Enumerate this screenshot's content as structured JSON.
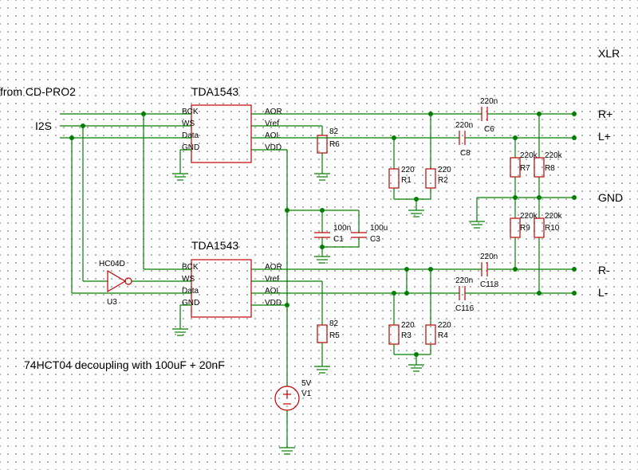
{
  "texts": {
    "source": "from CD-PRO2",
    "i2s": "I2S",
    "xlr": "XLR",
    "chip1": "TDA1543",
    "chip2": "TDA1543",
    "pin_bck": "BCK",
    "pin_ws": "WS",
    "pin_data": "Data",
    "pin_gnd": "GND",
    "pin_aor": "AOR",
    "pin_vref": "Vref",
    "pin_aol": "AOL",
    "pin_vdd": "VDD",
    "inverter_type": "HC04D",
    "inverter_ref": "U3",
    "note": "74HCT04 decoupling with 100uF + 20nF",
    "out_rplus": "R+",
    "out_lplus": "L+",
    "out_gnd": "GND",
    "out_rminus": "R-",
    "out_lminus": "L-",
    "supply_value": "5V",
    "supply_ref": "V1"
  },
  "components": {
    "r6": {
      "value": "82",
      "ref": "R6"
    },
    "r5": {
      "value": "82",
      "ref": "R5"
    },
    "r1": {
      "value": "220",
      "ref": "R1"
    },
    "r2": {
      "value": "220",
      "ref": "R2"
    },
    "r3": {
      "value": "220",
      "ref": "R3"
    },
    "r4": {
      "value": "220",
      "ref": "R4"
    },
    "c1": {
      "value": "100n",
      "ref": "C1"
    },
    "c3": {
      "value": "100u",
      "ref": "C3"
    },
    "c6": {
      "value": "220n",
      "ref": "C6"
    },
    "c8": {
      "value": "220n",
      "ref": "C8"
    },
    "c118": {
      "value": "220n",
      "ref": "C118"
    },
    "c116": {
      "value": "220n",
      "ref": "C116"
    },
    "r7": {
      "value": "220k",
      "ref": "R7"
    },
    "r8": {
      "value": "220k",
      "ref": "R8"
    },
    "r9": {
      "value": "220k",
      "ref": "R9"
    },
    "r10": {
      "value": "220k",
      "ref": "R10"
    }
  },
  "colors": {
    "wire": "#008000",
    "component": "#c00000",
    "grid_dot": "#9a9a9a"
  }
}
